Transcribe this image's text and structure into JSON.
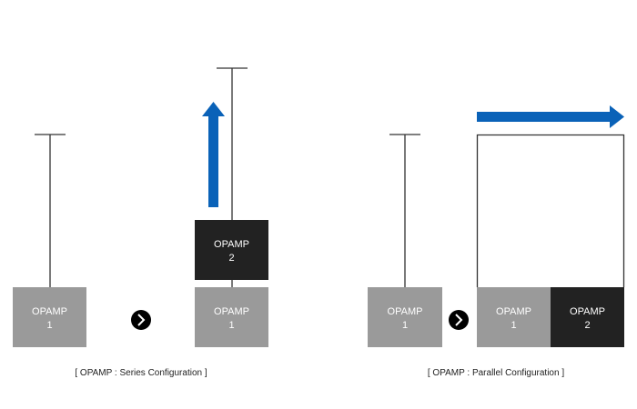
{
  "colors": {
    "light_box": "#9a9a9a",
    "dark_box": "#222222",
    "arrow": "#0a62b8",
    "line": "#333333"
  },
  "series": {
    "before": {
      "name": "OPAMP",
      "num": "1"
    },
    "after_bottom": {
      "name": "OPAMP",
      "num": "1"
    },
    "after_top": {
      "name": "OPAMP",
      "num": "2"
    },
    "caption": "[ OPAMP : Series Configuration ]"
  },
  "parallel": {
    "before": {
      "name": "OPAMP",
      "num": "1"
    },
    "after_left": {
      "name": "OPAMP",
      "num": "1"
    },
    "after_right": {
      "name": "OPAMP",
      "num": "2"
    },
    "caption": "[ OPAMP : Parallel Configuration ]"
  },
  "icons": {
    "next": "chevron-right-circle-icon",
    "increase_up": "arrow-up-icon",
    "increase_right": "arrow-right-icon"
  }
}
